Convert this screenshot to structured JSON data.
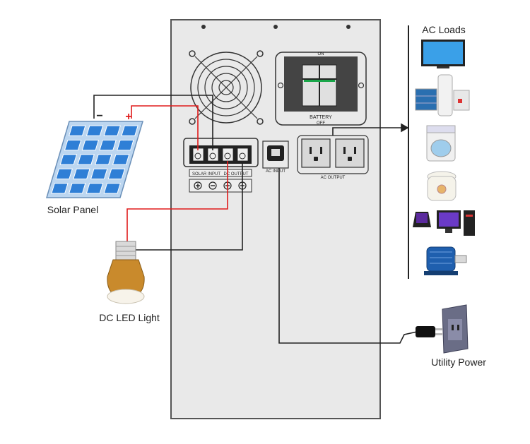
{
  "labels": {
    "solar_panel": "Solar Panel",
    "dc_led_light": "DC LED Light",
    "ac_loads": "AC Loads",
    "utility_power": "Utility Power"
  },
  "unit": {
    "switch_on": "ON",
    "switch_battery": "BATTERY",
    "switch_off": "OFF",
    "solar_input": "SOLAR INPUT",
    "dc_output": "DC OUTPUT",
    "ac_input": "AC INPUT",
    "ac_output": "AC OUTPUT"
  },
  "polarity": {
    "negative": "−",
    "positive": "+"
  },
  "colors": {
    "panel_body": "#e8e8e8",
    "panel_border": "#555555",
    "solar_cell": "#2f7fd6",
    "wire_red": "#e01b1b",
    "wire_black": "#222222",
    "switch_green": "#1aa64a",
    "bulb_gold": "#c98a2c"
  },
  "ac_load_icons": [
    "tv-icon",
    "water-heater-icon",
    "washing-machine-icon",
    "rice-cooker-icon",
    "computer-icon",
    "motor-icon"
  ]
}
